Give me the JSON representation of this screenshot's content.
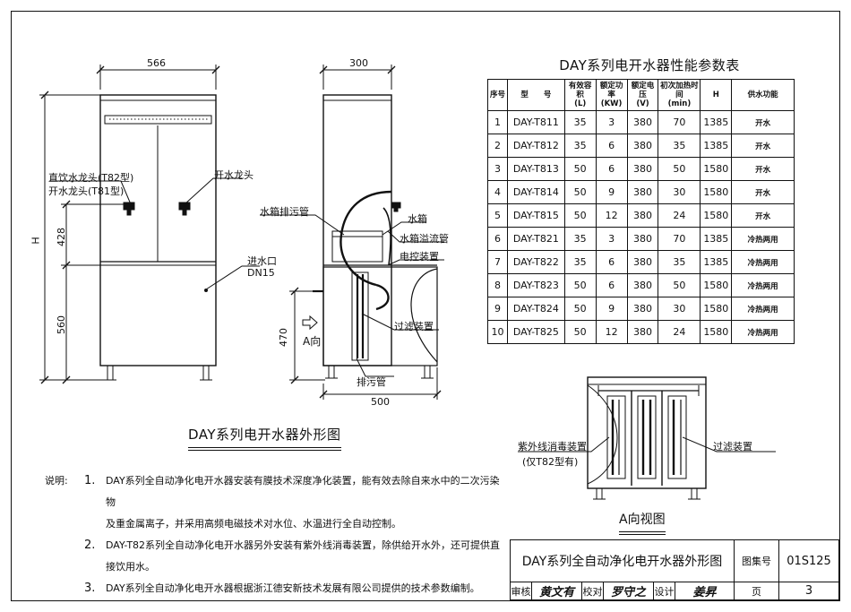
{
  "front_view": {
    "dim_width": "566",
    "dim_h": "H",
    "dim_upper": "428",
    "dim_lower": "560",
    "label_left_tap_1": "直饮水龙头(T82型)",
    "label_left_tap_2": "开水龙头(T81型)",
    "label_right_tap": "开水龙头",
    "label_inlet_1": "进水口",
    "label_inlet_2": "DN15"
  },
  "side_view": {
    "dim_top": "300",
    "dim_bottom": "500",
    "dim_height": "470",
    "label_drain_tank": "水箱排污管",
    "label_tank": "水箱",
    "label_overflow": "水箱溢流管",
    "label_control": "电控装置",
    "label_filter": "过滤装置",
    "label_drain": "排污管",
    "label_direction": "A向"
  },
  "main_title": "DAY系列电开水器外形图",
  "spec_table": {
    "title": "DAY系列电开水器性能参数表",
    "headers": [
      "序号",
      "型　　号",
      "有效容积\n(L)",
      "额定功率\n(KW)",
      "额定电压\n(V)",
      "初次加热时间\n(min)",
      "H",
      "供水功能"
    ],
    "rows": [
      [
        "1",
        "DAY-T811",
        "35",
        "3",
        "380",
        "70",
        "1385",
        "开水"
      ],
      [
        "2",
        "DAY-T812",
        "35",
        "6",
        "380",
        "35",
        "1385",
        "开水"
      ],
      [
        "3",
        "DAY-T813",
        "50",
        "6",
        "380",
        "50",
        "1580",
        "开水"
      ],
      [
        "4",
        "DAY-T814",
        "50",
        "9",
        "380",
        "30",
        "1580",
        "开水"
      ],
      [
        "5",
        "DAY-T815",
        "50",
        "12",
        "380",
        "24",
        "1580",
        "开水"
      ],
      [
        "6",
        "DAY-T821",
        "35",
        "3",
        "380",
        "70",
        "1385",
        "冷热两用"
      ],
      [
        "7",
        "DAY-T822",
        "35",
        "6",
        "380",
        "35",
        "1385",
        "冷热两用"
      ],
      [
        "8",
        "DAY-T823",
        "50",
        "6",
        "380",
        "50",
        "1580",
        "冷热两用"
      ],
      [
        "9",
        "DAY-T824",
        "50",
        "9",
        "380",
        "30",
        "1580",
        "冷热两用"
      ],
      [
        "10",
        "DAY-T825",
        "50",
        "12",
        "380",
        "24",
        "1580",
        "冷热两用"
      ]
    ]
  },
  "a_view": {
    "label_uv_1": "紫外线消毒装置",
    "label_uv_2": "(仅T82型有)",
    "label_filter": "过滤装置",
    "title": "A向视图"
  },
  "notes": {
    "label": "说明:",
    "items": [
      {
        "num": "1.",
        "lines": [
          "DAY系列全自动净化电开水器安装有膜技术深度净化装置，能有效去除自来水中的二次污染物",
          "及重金属离子，并采用高频电磁技术对水位、水温进行全自动控制。"
        ]
      },
      {
        "num": "2.",
        "lines": [
          "DAY-T82系列全自动净化电开水器另外安装有紫外线消毒装置，除供给开水外，还可提供直",
          "接饮用水。"
        ]
      },
      {
        "num": "3.",
        "lines": [
          "DAY系列全自动净化电开水器根据浙江德安新技术发展有限公司提供的技术参数编制。"
        ]
      }
    ]
  },
  "title_block": {
    "drawing_title": "DAY系列全自动净化电开水器外形图",
    "atlas_label": "图集号",
    "atlas_no": "01S125",
    "review_label": "审核",
    "review_sig": "黄文有",
    "check_label": "校对",
    "check_sig": "罗守之",
    "design_label": "设计",
    "design_sig": "姜昇",
    "page_label": "页",
    "page_no": "3"
  }
}
